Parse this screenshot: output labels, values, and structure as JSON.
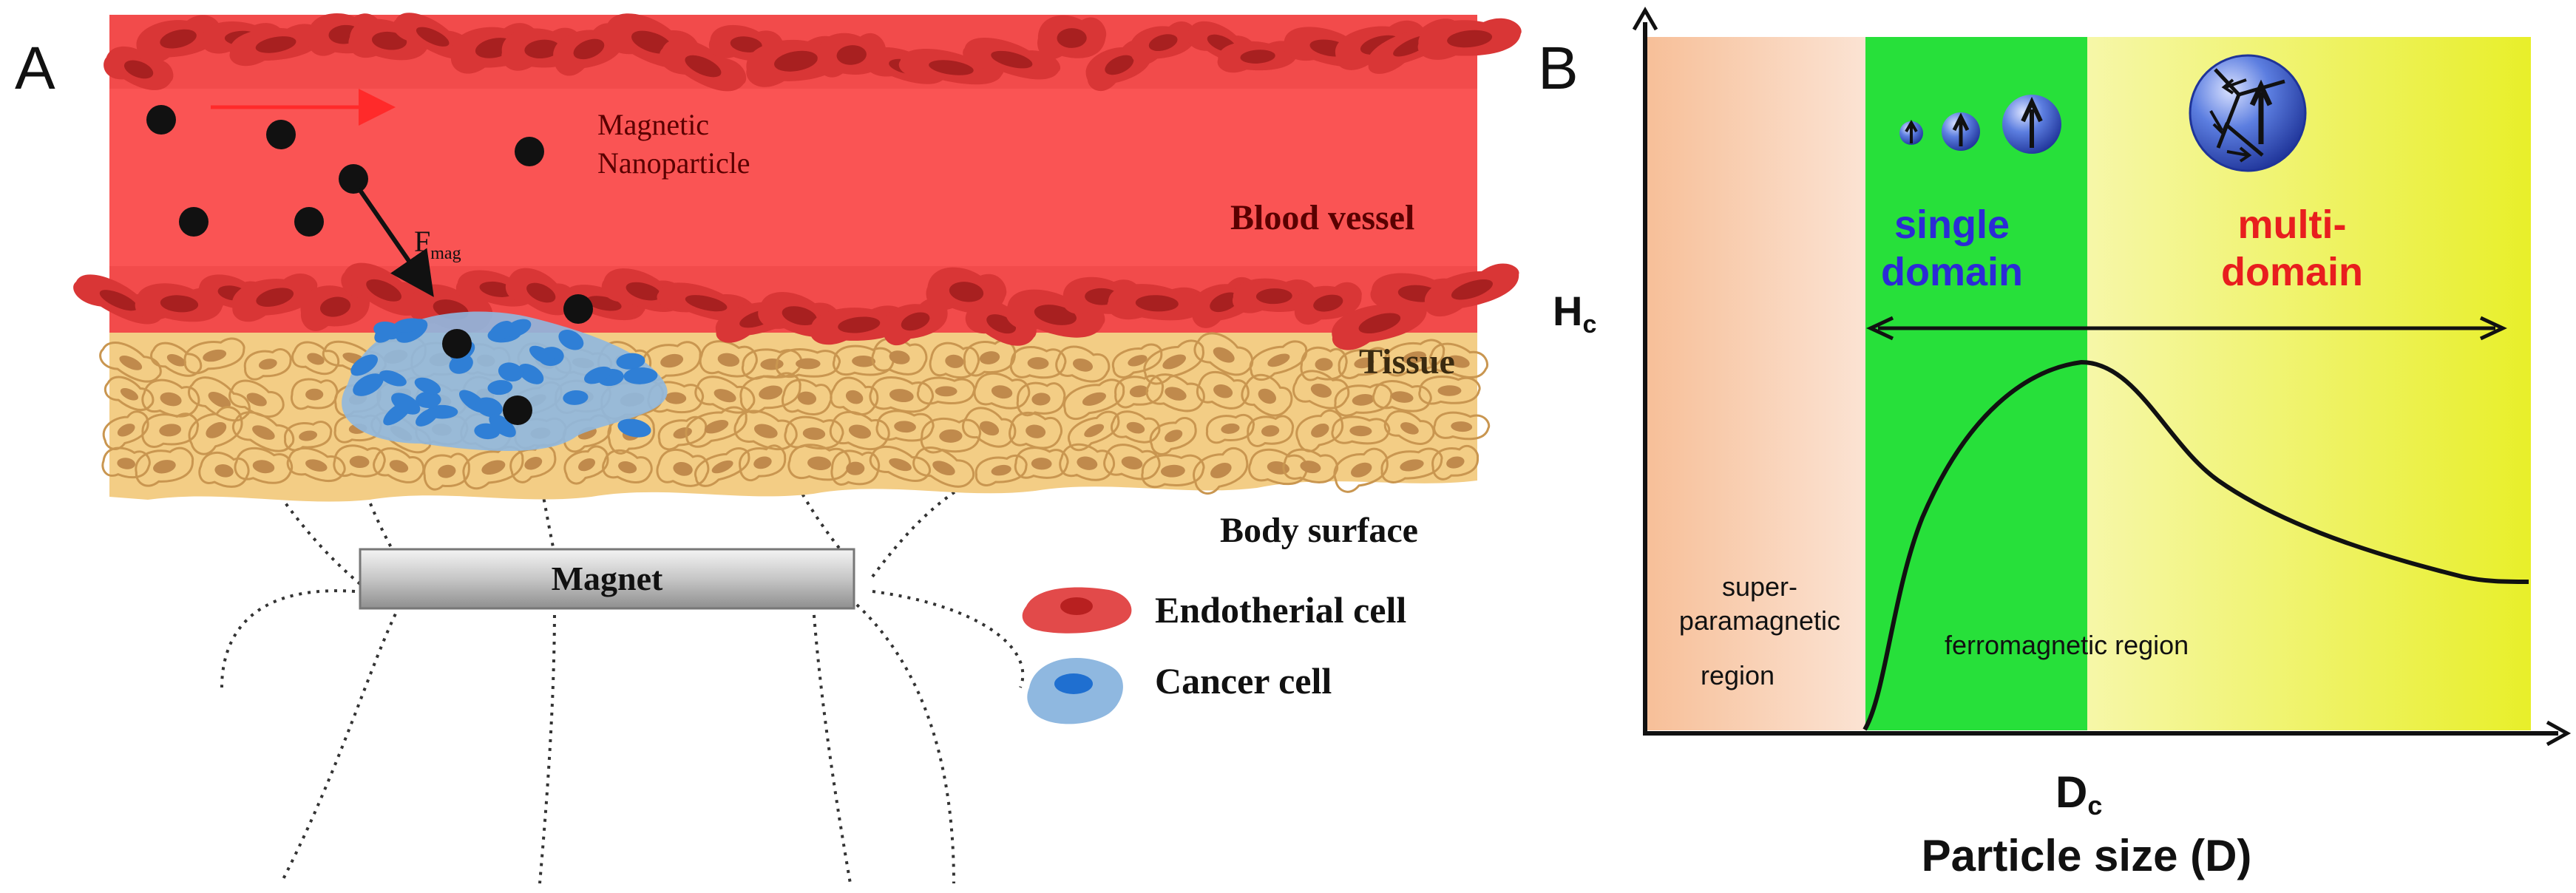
{
  "panel_a": {
    "letter": "A",
    "nanoparticle_label_line1": "Magnetic",
    "nanoparticle_label_line2": "Nanoparticle",
    "force_label": "F",
    "force_subscript": "mag",
    "blood_vessel_label": "Blood vessel",
    "tissue_label": "Tissue",
    "body_surface_label": "Body surface",
    "magnet_label": "Magnet",
    "legend": {
      "endothelial": "Endotherial cell",
      "cancer": "Cancer cell"
    },
    "colors": {
      "blood": "#f24b4b",
      "endothelial_cell": "#d93636",
      "tissue": "#f3cd85",
      "tissue_cell": "#d8a464",
      "cancer_cell": "#2f7fd6",
      "cancer_halo": "#8fb8e0",
      "nanoparticle": "#111111",
      "magnet": "#c9c9c9"
    }
  },
  "panel_b": {
    "letter": "B",
    "y_axis_label": "H",
    "y_axis_subscript": "c",
    "x_tick_label": "D",
    "x_tick_subscript": "c",
    "x_axis_label": "Particle size (D)",
    "regions": {
      "superparamagnetic_line1": "super-",
      "superparamagnetic_line2": "paramagnetic",
      "superparamagnetic_line3": "region",
      "ferromagnetic": "ferromagnetic region"
    },
    "single_domain_line1": "single",
    "single_domain_line2": "domain",
    "multi_domain_line1": "multi-",
    "multi_domain_line2": "domain",
    "colors": {
      "superparamagnetic": "#f9c9a6",
      "single_domain": "#27e03a",
      "multi_domain": "#f2f35a",
      "single_domain_text": "#2b2bd6",
      "multi_domain_text": "#e81e1e",
      "sphere": "#4f6fd6"
    }
  }
}
